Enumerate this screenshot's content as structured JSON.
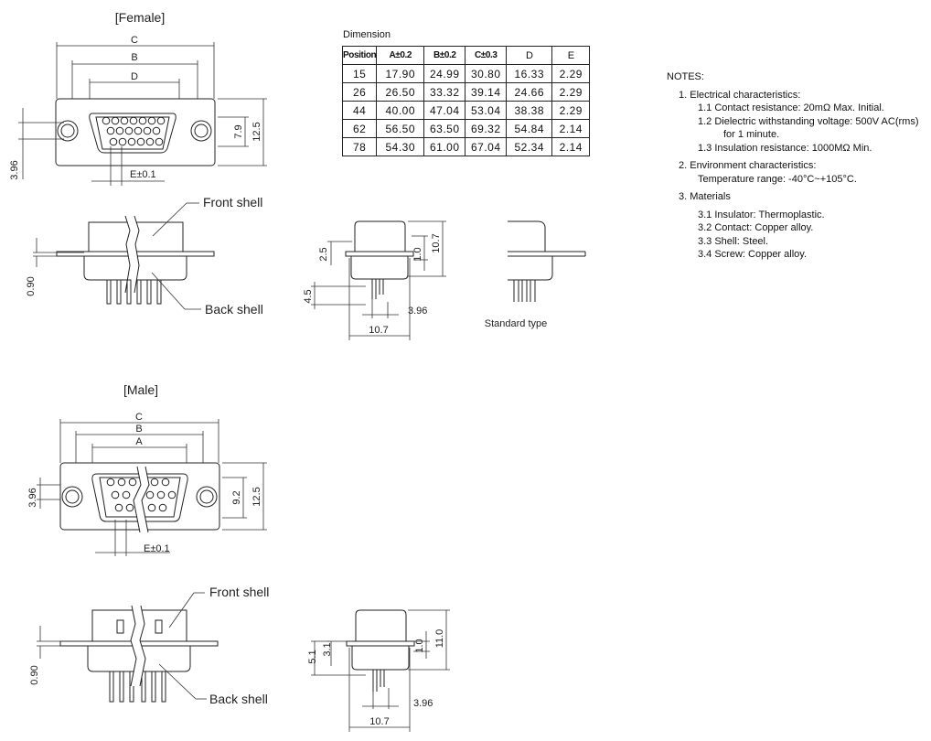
{
  "female": {
    "title": "[Female]",
    "top_view": {
      "C": "C",
      "B": "B",
      "D": "D",
      "E": "E±0.1",
      "h1": "7.9",
      "h2": "12.5",
      "left": "3.96"
    },
    "side_view": {
      "front_shell": "Front shell",
      "back_shell": "Back shell",
      "thickness": "0.90"
    },
    "end_view": {
      "v1": "2.5",
      "v2": "1.0",
      "v3": "10.7",
      "v4": "4.5",
      "v5": "3.96",
      "width": "10.7"
    },
    "standard_caption": "Standard type"
  },
  "male": {
    "title": "[Male]",
    "top_view": {
      "C": "C",
      "B": "B",
      "A": "A",
      "E": "E±0.1",
      "h1": "9.2",
      "h2": "12.5",
      "left": "3.96"
    },
    "side_view": {
      "front_shell": "Front shell",
      "back_shell": "Back shell",
      "thickness": "0.90"
    },
    "end_view": {
      "v1": "3.1",
      "v2": "5.1",
      "v3": "1.0",
      "v4": "11.0",
      "v5": "3.96",
      "width": "10.7"
    }
  },
  "dimension_table": {
    "caption": "Dimension",
    "headers": [
      "Position",
      "A±0.2",
      "B±0.2",
      "C±0.3",
      "D",
      "E"
    ],
    "rows": [
      [
        "15",
        "17.90",
        "24.99",
        "30.80",
        "16.33",
        "2.29"
      ],
      [
        "26",
        "26.50",
        "33.32",
        "39.14",
        "24.66",
        "2.29"
      ],
      [
        "44",
        "40.00",
        "47.04",
        "53.04",
        "38.38",
        "2.29"
      ],
      [
        "62",
        "56.50",
        "63.50",
        "69.32",
        "54.84",
        "2.14"
      ],
      [
        "78",
        "54.30",
        "61.00",
        "67.04",
        "52.34",
        "2.14"
      ]
    ]
  },
  "notes": {
    "title": "NOTES:",
    "electrical": "1. Electrical characteristics:",
    "e1": "1.1 Contact resistance: 20mΩ Max. Initial.",
    "e2": "1.2 Dielectric withstanding voltage: 500V AC(rms)",
    "e2b": "for 1 minute.",
    "e3": "1.3 Insulation resistance: 1000MΩ Min.",
    "environment": "2. Environment characteristics:",
    "env1": "Temperature range: -40°C~+105°C.",
    "materials": "3. Materials",
    "m1": "3.1 Insulator: Thermoplastic.",
    "m2": "3.2 Contact: Copper alloy.",
    "m3": "3.3 Shell: Steel.",
    "m4": "3.4 Screw: Copper alloy."
  }
}
